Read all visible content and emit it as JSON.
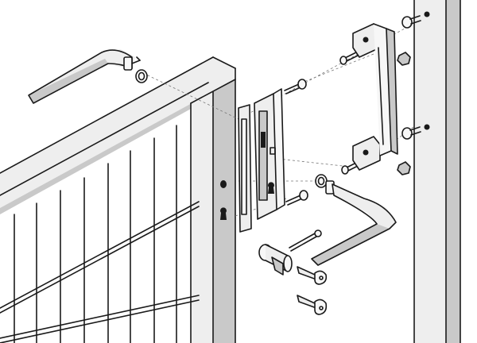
{
  "diagram": {
    "type": "exploded-assembly",
    "colors": {
      "background": "#ffffff",
      "line": "#1a1a1a",
      "metal_light": "#f2f2f2",
      "metal_mid": "#d8d8d8",
      "metal_dark": "#b5b5b5",
      "guide": "#777777"
    },
    "parts": [
      "gate-frame",
      "mesh-infill",
      "gate-post",
      "lock-body",
      "strike-plate",
      "handle-left",
      "handle-right",
      "rosette-rings",
      "cylinder-lock",
      "keys",
      "keeper-bracket",
      "fixing-screws"
    ]
  }
}
